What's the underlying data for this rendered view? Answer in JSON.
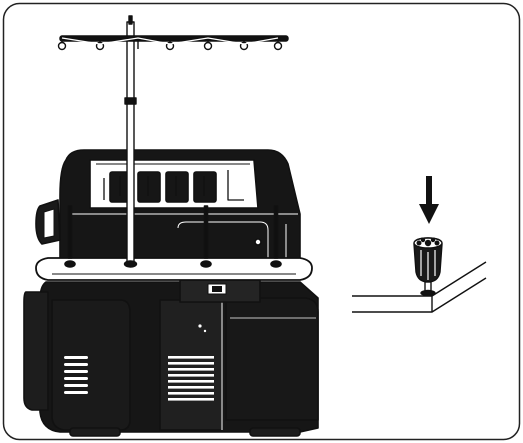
{
  "diagram": {
    "subject": "serger-thread-stand-installation",
    "colors": {
      "line": "#111111",
      "machine_body": "#161616",
      "panel_gray": "#2a2a2a",
      "highlight": "#ffffff",
      "frame": "#222222",
      "background": "#ffffff"
    },
    "icons": {
      "arrow": "down-arrow-icon",
      "spool_pin": "spool-pin-icon"
    },
    "thread_stand": {
      "spool_pins": 4,
      "thread_guides": 6
    },
    "thread_tension_dials": 4
  }
}
